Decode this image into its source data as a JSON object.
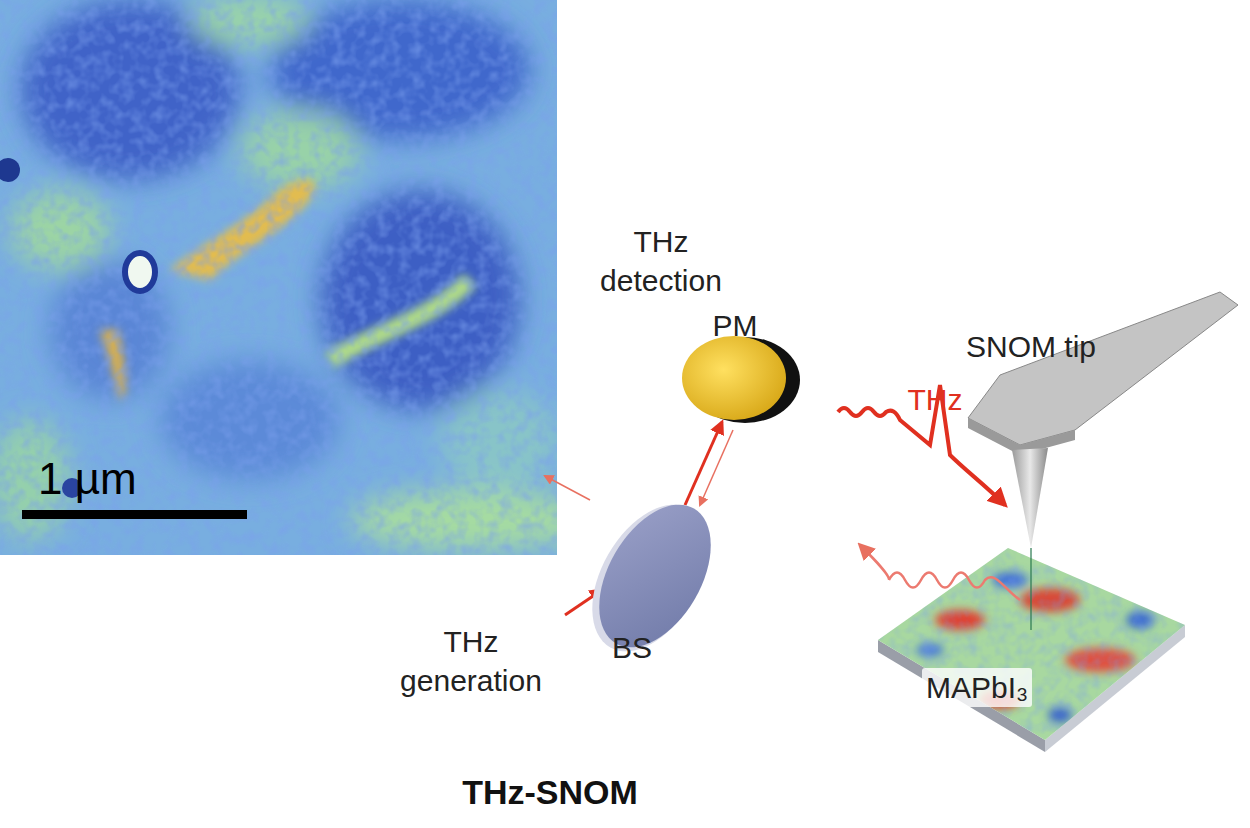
{
  "diagram": {
    "caption": "THz-SNOM",
    "labels": [
      "1 µm",
      "THz detection",
      "PM",
      "SNOM tip",
      "THz",
      "THz generation",
      "BS",
      "MAPbI₃"
    ]
  }
}
